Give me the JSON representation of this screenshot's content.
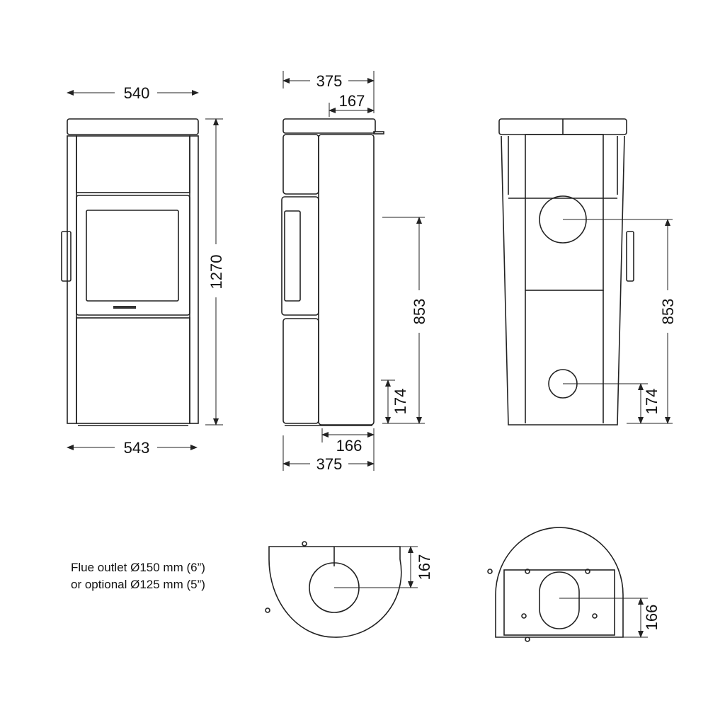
{
  "front_view": {
    "width_top": "540",
    "height": "1270",
    "width_bottom": "543"
  },
  "side_view": {
    "depth_top": "375",
    "top_offset": "167",
    "flue_height": "853",
    "low_outlet_height": "174",
    "bottom_offset": "166",
    "depth_bottom": "375"
  },
  "back_view": {
    "flue_height": "853",
    "low_outlet_height": "174"
  },
  "top_views": {
    "top_offset": "167",
    "bottom_offset": "166"
  },
  "note": {
    "line1": "Flue outlet Ø150 mm (6”)",
    "line2": "or optional Ø125 mm (5”)"
  }
}
